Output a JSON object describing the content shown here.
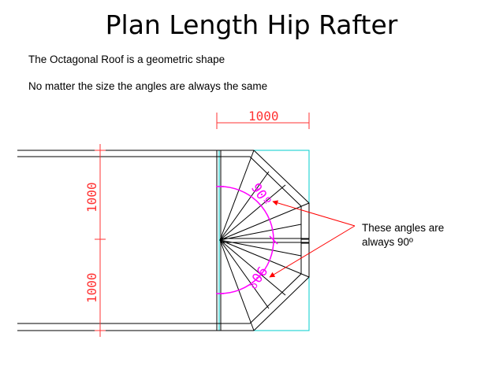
{
  "title": "Plan Length Hip Rafter",
  "intro_line_1": "The Octagonal Roof is a geometric shape",
  "intro_line_2": "No matter the size the angles are always the same",
  "callout": {
    "line_1": "These angles are",
    "line_2": "always 90º"
  },
  "dimensions": {
    "top": "1000",
    "left_upper": "1000",
    "left_lower": "1000"
  },
  "angle_labels": {
    "upper": "90º",
    "lower": "90º"
  },
  "colors": {
    "outline": "#000000",
    "dimension": "#ff3333",
    "angle_arc": "#ff00ff",
    "construction": "#00cccc",
    "arrow": "#ff0000"
  }
}
